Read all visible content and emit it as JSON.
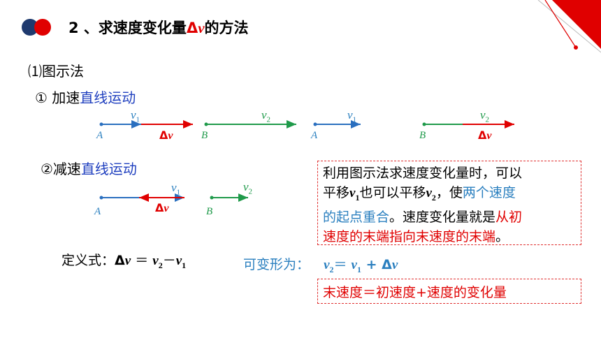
{
  "header": {
    "title_prefix": "2 、求速度变化量",
    "title_delta": "Δ",
    "title_v": "v",
    "title_suffix": "的方法",
    "accent_red": "#e00000",
    "accent_navy": "#1f3a6e"
  },
  "method": {
    "label": "⑴图示法"
  },
  "accelerated": {
    "label_num": "① 加速",
    "label_highlight": "直线运动",
    "diagram1": {
      "point": "A",
      "v_label": "v",
      "v_sub": "1",
      "delta_label": "Δ",
      "delta_v": "v"
    },
    "diagram2": {
      "point": "B",
      "v_label": "v",
      "v_sub": "2"
    },
    "diagram3": {
      "point": "A",
      "v_label": "v",
      "v_sub": "1"
    },
    "diagram4": {
      "point": "B",
      "v_label": "v",
      "v_sub": "2",
      "delta_label": "Δ",
      "delta_v": "v"
    }
  },
  "decelerated": {
    "label_num": "②减速",
    "label_highlight": "直线运动",
    "diagram1": {
      "point": "A",
      "v_label": "v",
      "v_sub": "1",
      "delta_label": "Δ",
      "delta_v": "v"
    },
    "diagram2": {
      "point": "B",
      "v_label": "v",
      "v_sub": "2"
    }
  },
  "note": {
    "line1": "利用图示法求速度变化量时，可以",
    "line2_a": "平移",
    "line2_v1": "v",
    "line2_v1_sub": "1",
    "line2_b": "也可以平移",
    "line2_v2": "v",
    "line2_v2_sub": "2",
    "line2_c": "，使",
    "line2_highlight": "两个速度",
    "line3_highlight": "的起点重合",
    "line3_b": "。速度变化量就是",
    "line3_red": "从初",
    "line4_red": "速度的末端指向末速度的末端",
    "line4_end": "。"
  },
  "formula": {
    "label": "定义式：",
    "expr_delta": "Δ",
    "expr_v": "v",
    "expr_eq": " ＝ ",
    "expr_v2": "v",
    "expr_v2_sub": "2",
    "expr_minus": "－",
    "expr_v1": "v",
    "expr_v1_sub": "1"
  },
  "transform": {
    "label": "可变形为：",
    "v2": "v",
    "v2_sub": "2",
    "eq": "＝ ",
    "v1": "v",
    "v1_sub": "1",
    "plus": " + Δ",
    "v": "v"
  },
  "summary": {
    "text": "末速度＝初速度+速度的变化量"
  }
}
